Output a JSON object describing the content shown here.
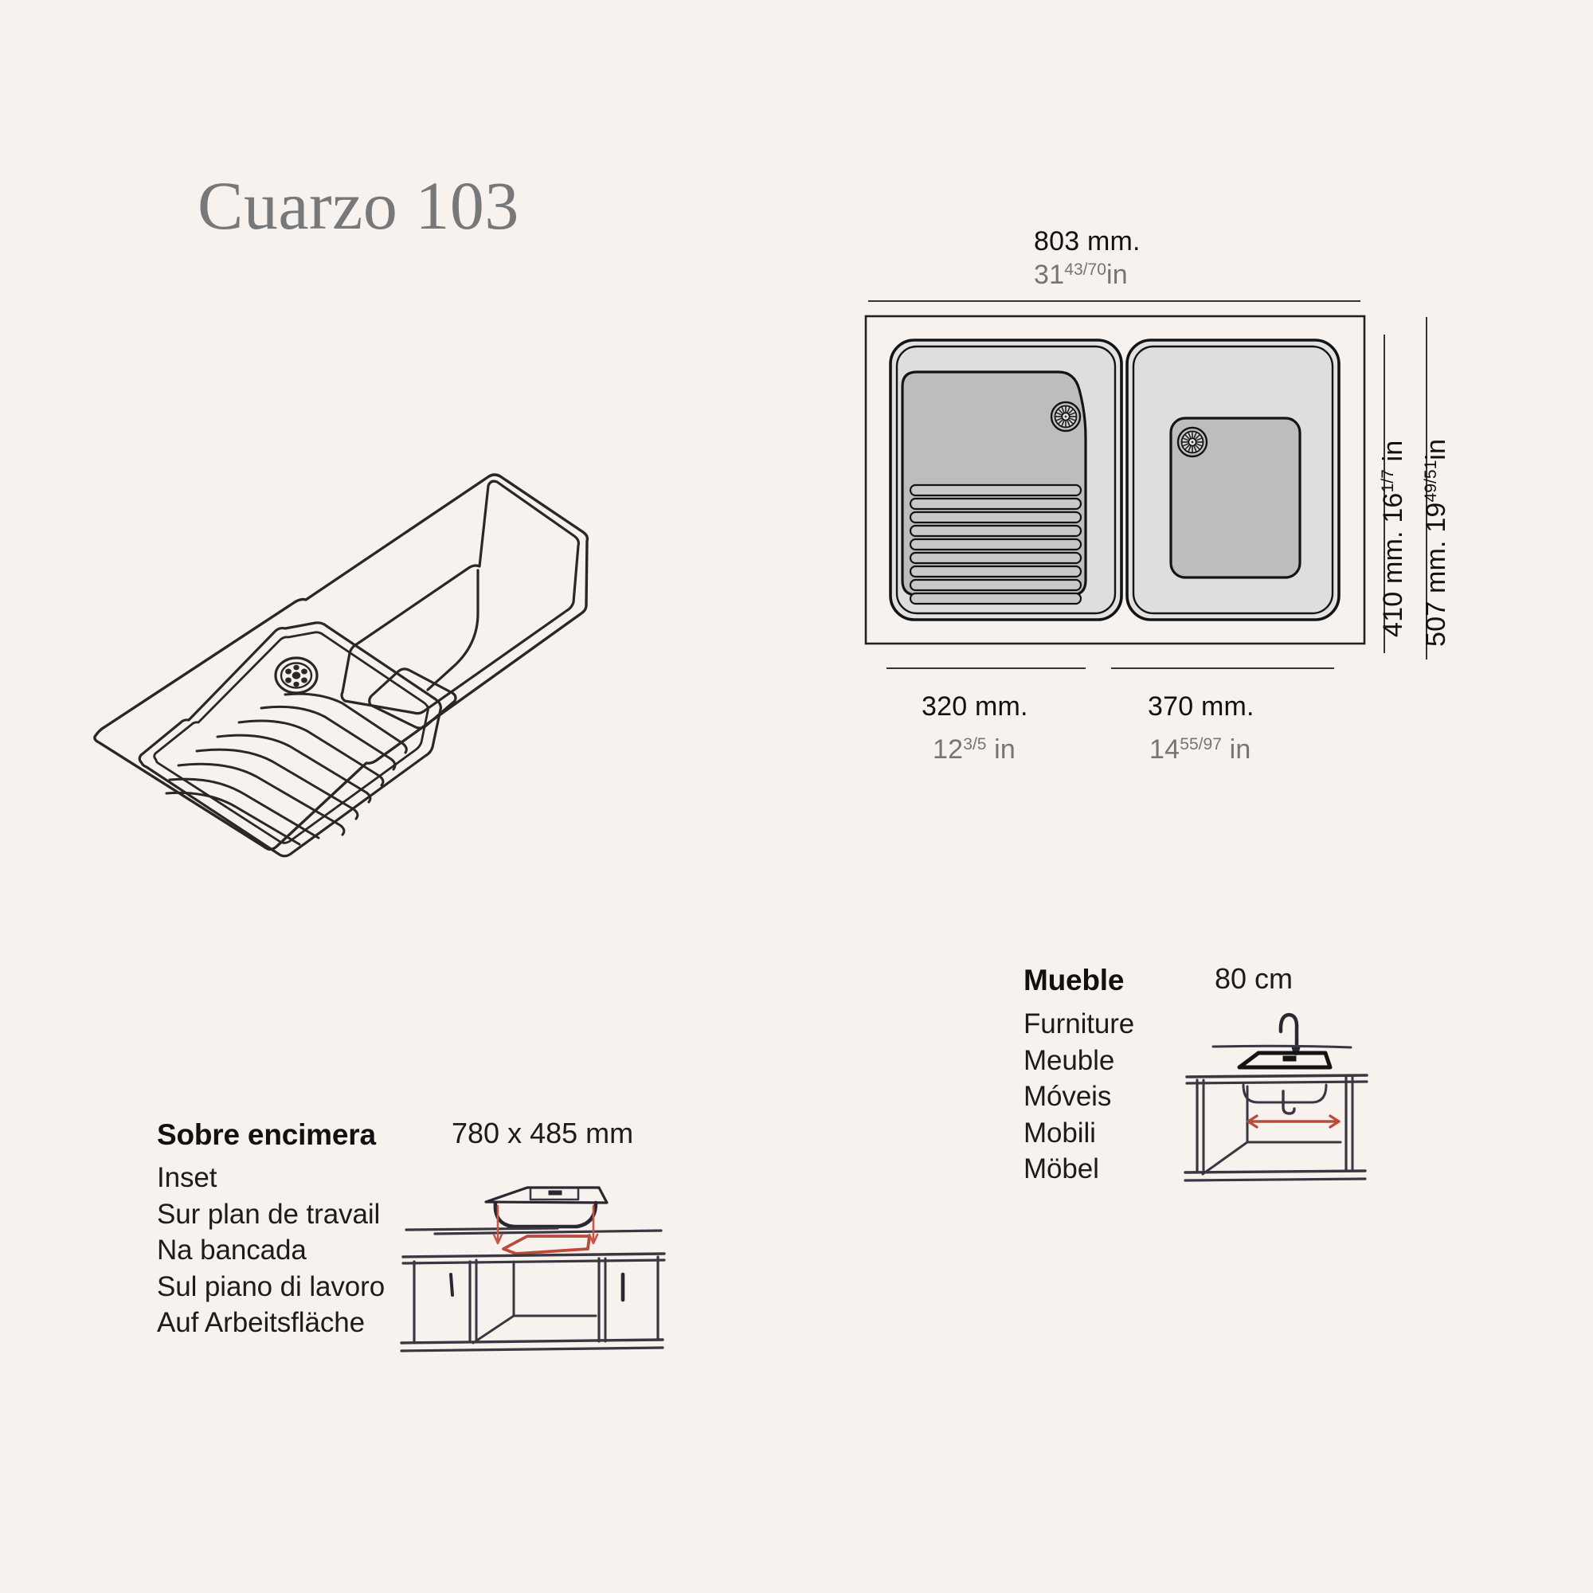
{
  "title": "Cuarzo 103",
  "background_color": "#F7F2ED",
  "title_color": "#77787A",
  "accent_color": "#B94A3C",
  "technical_drawing": {
    "name": "sink-top-view",
    "dimensions": {
      "overall_width": {
        "mm": "803 mm.",
        "in_whole": "31",
        "in_frac": "43/70",
        "in_unit": "in"
      },
      "bowl_depth_inner": {
        "mm": "410 mm.",
        "in_whole": "16",
        "in_frac": "1/7",
        "in_unit": " in"
      },
      "overall_depth": {
        "mm": "507 mm.",
        "in_whole": "19",
        "in_frac": "49/51",
        "in_unit": "in"
      },
      "left_bowl_width": {
        "mm": "320 mm.",
        "in_whole": "12",
        "in_frac": "3/5",
        "in_unit": " in"
      },
      "right_bowl_width": {
        "mm": "370 mm.",
        "in_whole": "14",
        "in_frac": "55/97",
        "in_unit": " in"
      }
    }
  },
  "inset_block": {
    "heading": "Sobre encimera",
    "cutout_size": "780 x 485 mm",
    "languages": [
      "Inset",
      "Sur plan de travail",
      "Na bancada",
      "Sul piano di lavoro",
      "Auf Arbeitsfläche"
    ]
  },
  "furniture_block": {
    "heading": "Mueble",
    "cabinet_size": "80 cm",
    "languages": [
      "Furniture",
      "Meuble",
      "Móveis",
      "Mobili",
      "Möbel"
    ]
  }
}
